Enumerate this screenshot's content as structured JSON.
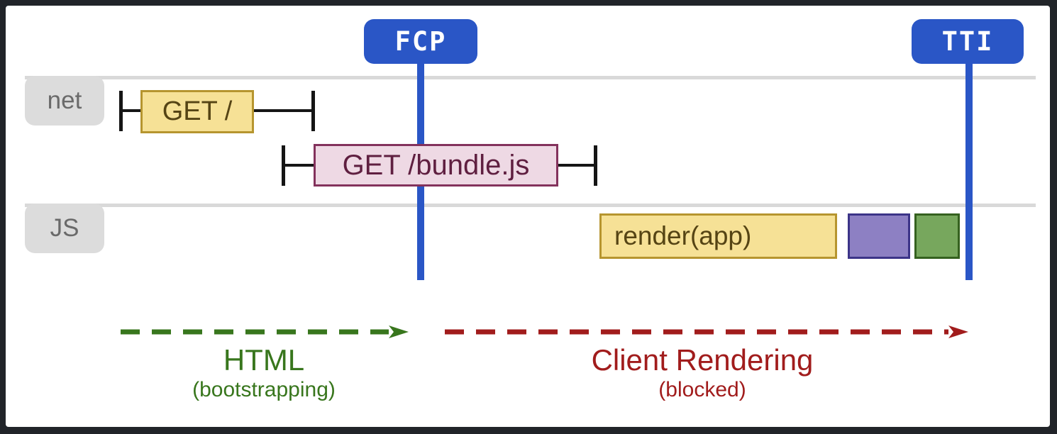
{
  "frame": {
    "background_color": "#212429",
    "canvas_color": "#ffffff"
  },
  "milestones": [
    {
      "id": "fcp",
      "label": "FCP",
      "color": "#2a56c6"
    },
    {
      "id": "tti",
      "label": "TTI",
      "color": "#2a56c6"
    }
  ],
  "lanes": [
    {
      "id": "net",
      "label": "net",
      "tab_color": "#dcdcdc",
      "line_color": "#d9d9d9"
    },
    {
      "id": "js",
      "label": "JS",
      "tab_color": "#dcdcdc",
      "line_color": "#d9d9d9"
    }
  ],
  "network_requests": [
    {
      "label": "GET /",
      "fill": "#f6e196",
      "border": "#b6952f"
    },
    {
      "label": "GET /bundle.js",
      "fill": "#eed9e4",
      "border": "#83325c"
    }
  ],
  "js_tasks": [
    {
      "label": "render(app)",
      "fill": "#f6e196",
      "border": "#b6952f"
    },
    {
      "label": "",
      "fill": "#8d80c3",
      "border": "#3c3488"
    },
    {
      "label": "",
      "fill": "#77a75d",
      "border": "#35611f"
    }
  ],
  "phases": [
    {
      "title": "HTML",
      "subtitle": "(bootstrapping)",
      "color": "#38761d"
    },
    {
      "title": "Client Rendering",
      "subtitle": "(blocked)",
      "color": "#a11c1c"
    }
  ]
}
